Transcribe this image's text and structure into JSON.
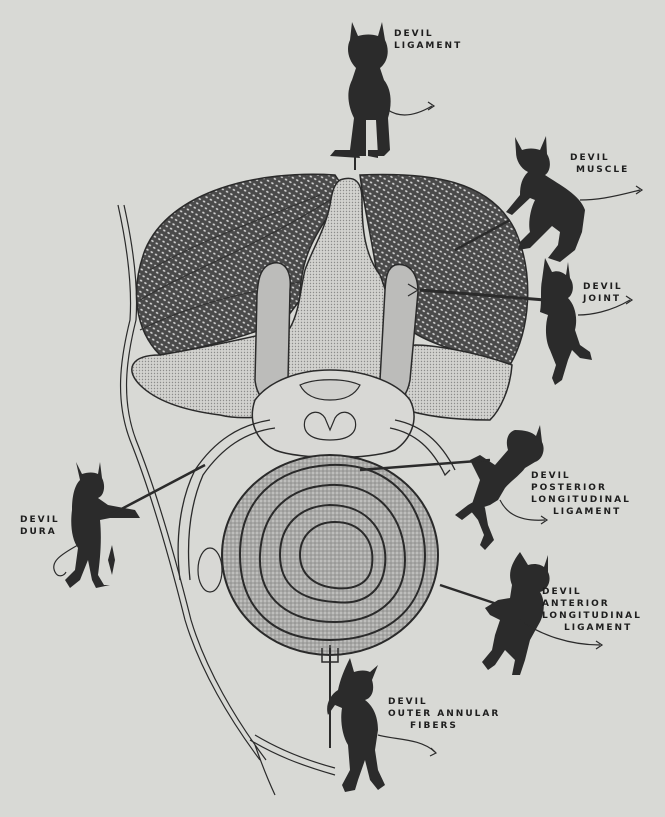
{
  "figure": {
    "description": "Cross-section of a lumbar vertebra and intervertebral disc with devil figures poking pain-sensitive structures",
    "colors": {
      "paper": "#d8d9d5",
      "ink": "#2a2a2a",
      "muscle_fill": "#5a5a5a",
      "bone_fill": "#bdbdbb",
      "disc_fill": "#9e9e9c"
    }
  },
  "labels": {
    "ligament": {
      "line1": "DEVIL",
      "line2": "LIGAMENT"
    },
    "muscle": {
      "line1": "DEVIL",
      "line2": "MUSCLE"
    },
    "joint": {
      "line1": "DEVIL",
      "line2": "JOINT"
    },
    "posterior_longitudinal_ligament": {
      "line1": "DEVIL",
      "line2": "POSTERIOR",
      "line3": "LONGITUDINAL",
      "line4": "LIGAMENT"
    },
    "anterior_longitudinal_ligament": {
      "line1": "DEVIL",
      "line2": "ANTERIOR",
      "line3": "LONGITUDINAL",
      "line4": "LIGAMENT"
    },
    "dura": {
      "line1": "DEVIL",
      "line2": "DURA"
    },
    "outer_annular_fibers": {
      "line1": "DEVIL",
      "line2": "OUTER ANNULAR",
      "line3": "FIBERS"
    }
  }
}
